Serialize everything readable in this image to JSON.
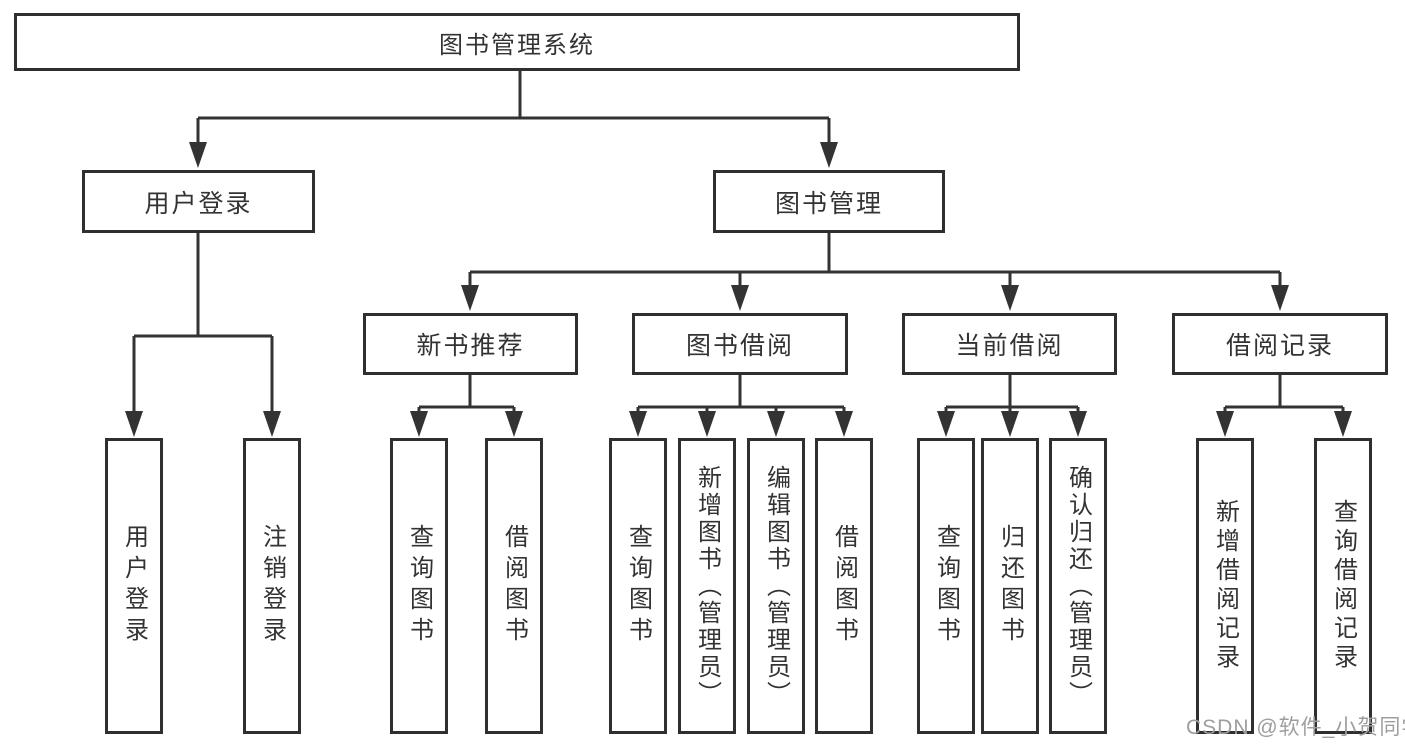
{
  "diagram": {
    "type": "hierarchy-tree",
    "nodes": {
      "root": {
        "label": "图书管理系统"
      },
      "user_login_group": {
        "label": "用户登录"
      },
      "book_mgmt": {
        "label": "图书管理"
      },
      "new_book_rec": {
        "label": "新书推荐"
      },
      "book_borrow": {
        "label": "图书借阅"
      },
      "current_borrow": {
        "label": "当前借阅"
      },
      "borrow_records": {
        "label": "借阅记录"
      },
      "leaf_user_login": {
        "label": "用户登录"
      },
      "leaf_logout": {
        "label": "注销登录"
      },
      "nb_query": {
        "label": "查询图书"
      },
      "nb_borrow": {
        "label": "借阅图书"
      },
      "bb_query": {
        "label": "查询图书"
      },
      "bb_add": {
        "label": "新增图书（管理员）"
      },
      "bb_edit": {
        "label": "编辑图书（管理员）"
      },
      "bb_borrow": {
        "label": "借阅图书"
      },
      "cb_query": {
        "label": "查询图书"
      },
      "cb_return": {
        "label": "归还图书"
      },
      "cb_confirm": {
        "label": "确认归还（管理员）"
      },
      "br_add": {
        "label": "新增借阅记录"
      },
      "br_query": {
        "label": "查询借阅记录"
      }
    },
    "hierarchy": {
      "图书管理系统": {
        "用户登录": [
          "用户登录",
          "注销登录"
        ],
        "图书管理": {
          "新书推荐": [
            "查询图书",
            "借阅图书"
          ],
          "图书借阅": [
            "查询图书",
            "新增图书（管理员）",
            "编辑图书（管理员）",
            "借阅图书"
          ],
          "当前借阅": [
            "查询图书",
            "归还图书",
            "确认归还（管理员）"
          ],
          "借阅记录": [
            "新增借阅记录",
            "查询借阅记录"
          ]
        }
      }
    }
  },
  "watermark": {
    "text": "CSDN @软件_小贺同学"
  },
  "colors": {
    "line": "#333333",
    "box_border": "#2f2f2f",
    "box_background": "#ffffff",
    "text": "#333333",
    "page_background": "#ffffff",
    "watermark": "#9e9e9e"
  }
}
